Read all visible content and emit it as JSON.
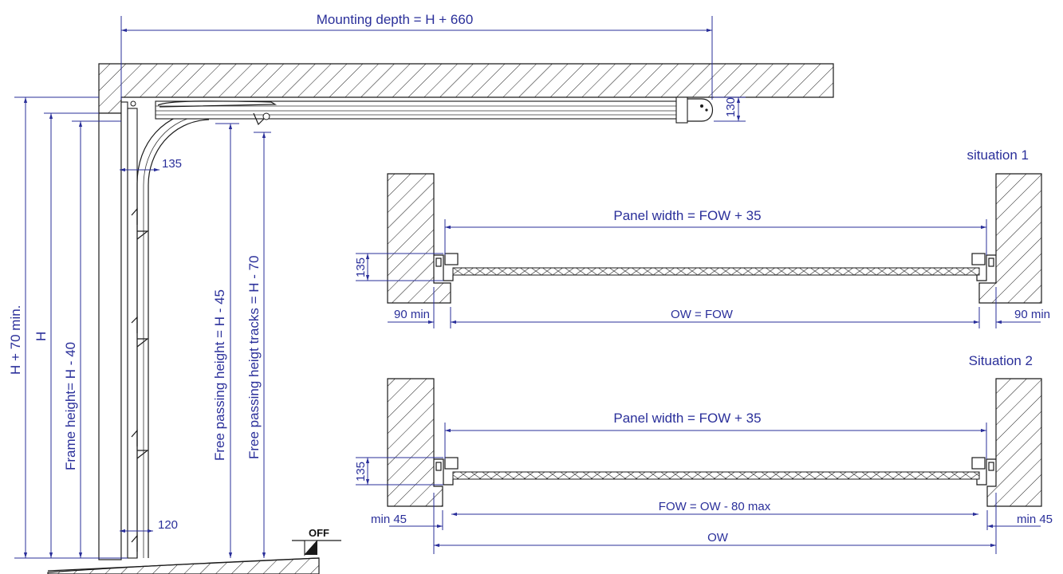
{
  "labels": {
    "mounting_depth": "Mounting depth = H + 660",
    "h_plus_70": "H + 70 min.",
    "h": "H",
    "frame_height": "Frame height= H - 40",
    "free_passing": "Free passing height  = H - 45",
    "free_passing_tracks": "Free passing heigt tracks = H - 70",
    "d135_side": "135",
    "d120_side": "120",
    "d130_top": "130",
    "off": "OFF"
  },
  "situation1": {
    "title": "situation 1",
    "panel_width": "Panel width = FOW + 35",
    "d135": "135",
    "left_min": "90 min",
    "right_min": "90 min",
    "opening": "OW = FOW"
  },
  "situation2": {
    "title": "Situation 2",
    "panel_width": "Panel width = FOW + 35",
    "d135": "135",
    "left_min": "min 45",
    "right_min": "min 45",
    "fow": "FOW = OW - 80 max",
    "ow": "OW"
  },
  "colors": {
    "dimension": "#2a2f9a",
    "object": "#1a1a1a"
  }
}
